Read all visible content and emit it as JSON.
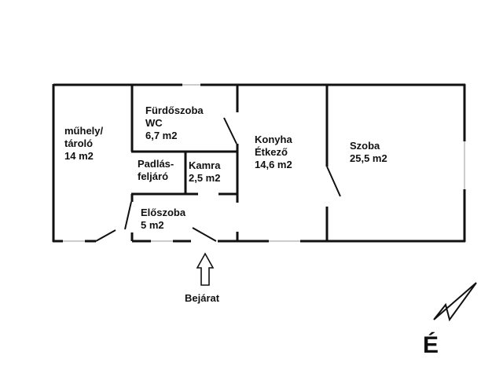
{
  "rooms": [
    {
      "name": "műhely/",
      "name2": "tároló",
      "area": "14 m2"
    },
    {
      "name": "Fürdőszoba",
      "name2": "WC",
      "area": "6,7 m2"
    },
    {
      "name": "Padlás-",
      "name2": "feljáró"
    },
    {
      "name": "Kamra",
      "area": "2,5 m2"
    },
    {
      "name": "Előszoba",
      "area": "5 m2"
    },
    {
      "name": "Konyha",
      "name2": "Étkező",
      "area": "14,6 m2"
    },
    {
      "name": "Szoba",
      "area": "25,5 m2"
    }
  ],
  "entrance_label": "Bejárat",
  "north_label": "É",
  "colors": {
    "wall": "#111111",
    "window": "#cccccc"
  }
}
